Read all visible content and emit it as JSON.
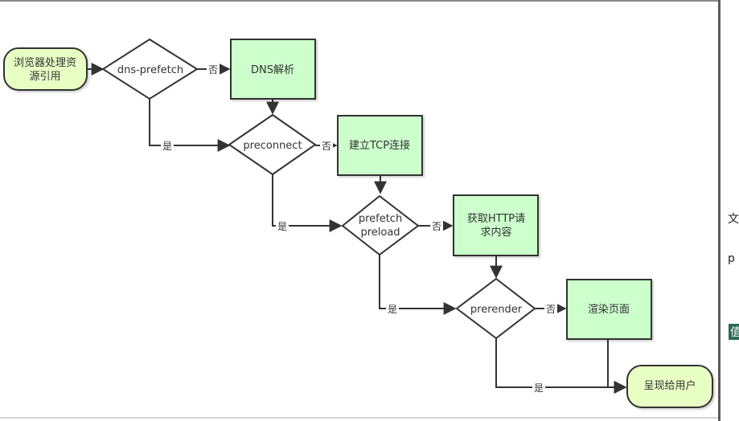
{
  "diagram": {
    "start": "浏览器处理资源引用",
    "start_lines": [
      "浏览器处理资",
      "源引用"
    ],
    "dns_prefetch": "dns-prefetch",
    "dns_resolve": "DNS解析",
    "preconnect": "preconnect",
    "tcp_connect": "建立TCP连接",
    "prefetch_preload": "prefetch preload",
    "prefetch_lines": [
      "prefetch",
      "preload"
    ],
    "http_fetch": "获取HTTP请求内容",
    "http_lines": [
      "获取HTTP请",
      "求内容"
    ],
    "prerender": "prerender",
    "render_page": "渲染页面",
    "present": "呈现给用户",
    "no_label": "否",
    "yes_label": "是"
  },
  "right_strip": {
    "frag1": "文",
    "frag2": "p",
    "frag3": "值"
  },
  "colors": {
    "process_fill": "#ccffcc",
    "terminal_fill": "#e8ffc4",
    "stroke": "#333333",
    "decision_fill": "#ffffff"
  }
}
